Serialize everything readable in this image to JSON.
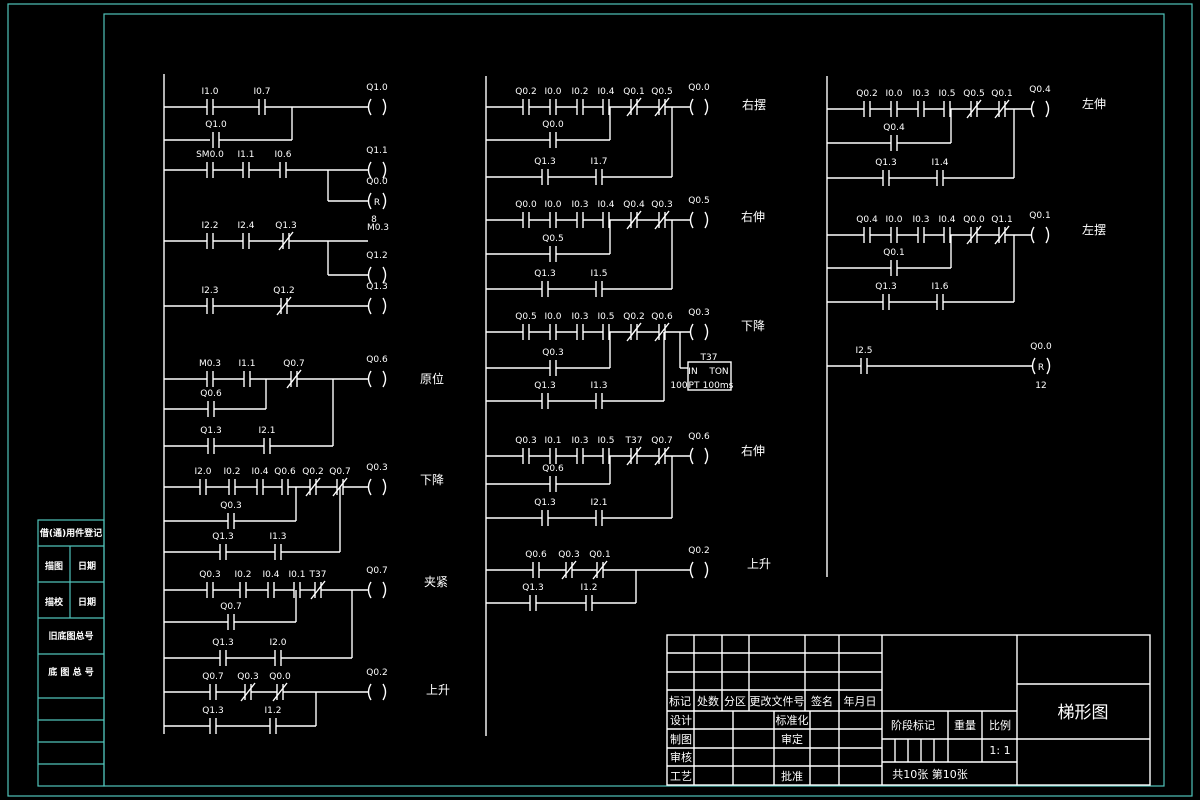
{
  "colors": {
    "background": "#000000",
    "line": "#ffffff",
    "frame": "#4fc3ba"
  },
  "sidebar": {
    "labels": [
      "借(通)用件登记",
      "描图",
      "日期",
      "描校",
      "日期",
      "旧底图总号",
      "底 图 总 号"
    ]
  },
  "ladder": {
    "column1": {
      "contacts": [
        "I1.0",
        "I0.7",
        "Q1.0",
        "SM0.0",
        "I1.1",
        "I0.6",
        "I2.2",
        "I2.4",
        "Q1.3",
        "I2.3",
        "Q1.2",
        "M0.3",
        "I1.1",
        "Q0.7",
        "Q0.6",
        "Q1.3",
        "I2.1",
        "I2.0",
        "I0.2",
        "I0.4",
        "Q0.6",
        "Q0.2",
        "Q0.7",
        "Q0.3",
        "Q1.3",
        "I1.3",
        "Q0.3",
        "I0.2",
        "I0.4",
        "I0.1",
        "T37",
        "Q0.7",
        "Q1.3",
        "I2.0",
        "Q0.7",
        "Q0.3",
        "Q0.0",
        "Q1.3",
        "I1.2"
      ],
      "coils": [
        "Q1.0",
        "Q1.1",
        "Q0.0",
        "M0.3",
        "Q1.2",
        "Q1.3",
        "Q0.6",
        "Q0.3",
        "Q0.7",
        "Q0.2"
      ],
      "coil_r_label": "R",
      "coil_r_count": "8",
      "names": [
        "原位",
        "下降",
        "夹紧",
        "上升"
      ]
    },
    "column2": {
      "contacts": [
        "Q0.2",
        "I0.0",
        "I0.2",
        "I0.4",
        "Q0.1",
        "Q0.5",
        "Q0.0",
        "Q1.3",
        "I1.7",
        "Q0.0",
        "I0.0",
        "I0.3",
        "I0.4",
        "Q0.4",
        "Q0.3",
        "Q0.5",
        "Q1.3",
        "I1.5",
        "Q0.5",
        "I0.0",
        "I0.3",
        "I0.5",
        "Q0.2",
        "Q0.6",
        "Q0.3",
        "Q1.3",
        "I1.3",
        "Q0.3",
        "I0.1",
        "I0.3",
        "I0.5",
        "T37",
        "Q0.7",
        "Q0.6",
        "Q1.3",
        "I2.1",
        "Q0.6",
        "Q0.3",
        "Q0.1",
        "Q1.3",
        "I1.2"
      ],
      "coils": [
        "Q0.0",
        "Q0.5",
        "Q0.3",
        "Q0.6",
        "Q0.2"
      ],
      "names": [
        "右摆",
        "右伸",
        "下降",
        "右伸",
        "上升"
      ],
      "timer": {
        "name": "T37",
        "in": "IN",
        "type": "TON",
        "pt": "PT",
        "preset": "100",
        "unit": "100ms"
      }
    },
    "column3": {
      "contacts": [
        "Q0.2",
        "I0.0",
        "I0.3",
        "I0.5",
        "Q0.5",
        "Q0.1",
        "Q0.4",
        "Q1.3",
        "I1.4",
        "Q0.4",
        "I0.0",
        "I0.3",
        "I0.4",
        "Q0.0",
        "Q1.1",
        "Q0.1",
        "Q1.3",
        "I1.6",
        "I2.5"
      ],
      "coils": [
        "Q0.4",
        "Q0.1",
        "Q0.0"
      ],
      "names": [
        "左伸",
        "左摆"
      ],
      "reset_label": "R",
      "reset_count": "12"
    }
  },
  "title_block": {
    "rev_headers": [
      "标记",
      "处数",
      "分区",
      "更改文件号",
      "签名",
      "年月日"
    ],
    "roles_left": [
      "设计",
      "制图",
      "审核",
      "工艺"
    ],
    "roles_mid": [
      "标准化",
      "审定",
      "",
      "批准"
    ],
    "stage_mark": "阶段标记",
    "weight": "重量",
    "scale_label": "比例",
    "scale_value": "1: 1",
    "sheets": "共10张 第10张",
    "drawing_title": "梯形图"
  }
}
